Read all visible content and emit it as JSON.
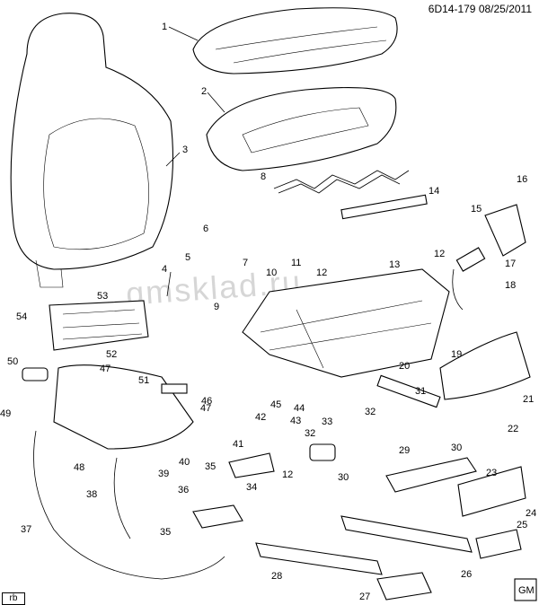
{
  "header": {
    "doc_id": "6D14-179",
    "date": "08/25/2011"
  },
  "corner_tag": "rb",
  "watermark": "qmsklad.ru",
  "logo_tag": "GM",
  "callouts": [
    "1",
    "2",
    "3",
    "4",
    "5",
    "6",
    "7",
    "8",
    "9",
    "10",
    "11",
    "12",
    "12",
    "12",
    "13",
    "14",
    "15",
    "16",
    "17",
    "18",
    "19",
    "20",
    "21",
    "22",
    "23",
    "24",
    "25",
    "26",
    "27",
    "28",
    "29",
    "30",
    "30",
    "31",
    "32",
    "32",
    "33",
    "34",
    "35",
    "35",
    "36",
    "37",
    "38",
    "39",
    "40",
    "41",
    "42",
    "43",
    "44",
    "45",
    "46",
    "47",
    "47",
    "48",
    "49",
    "50",
    "51",
    "52",
    "53",
    "54"
  ]
}
